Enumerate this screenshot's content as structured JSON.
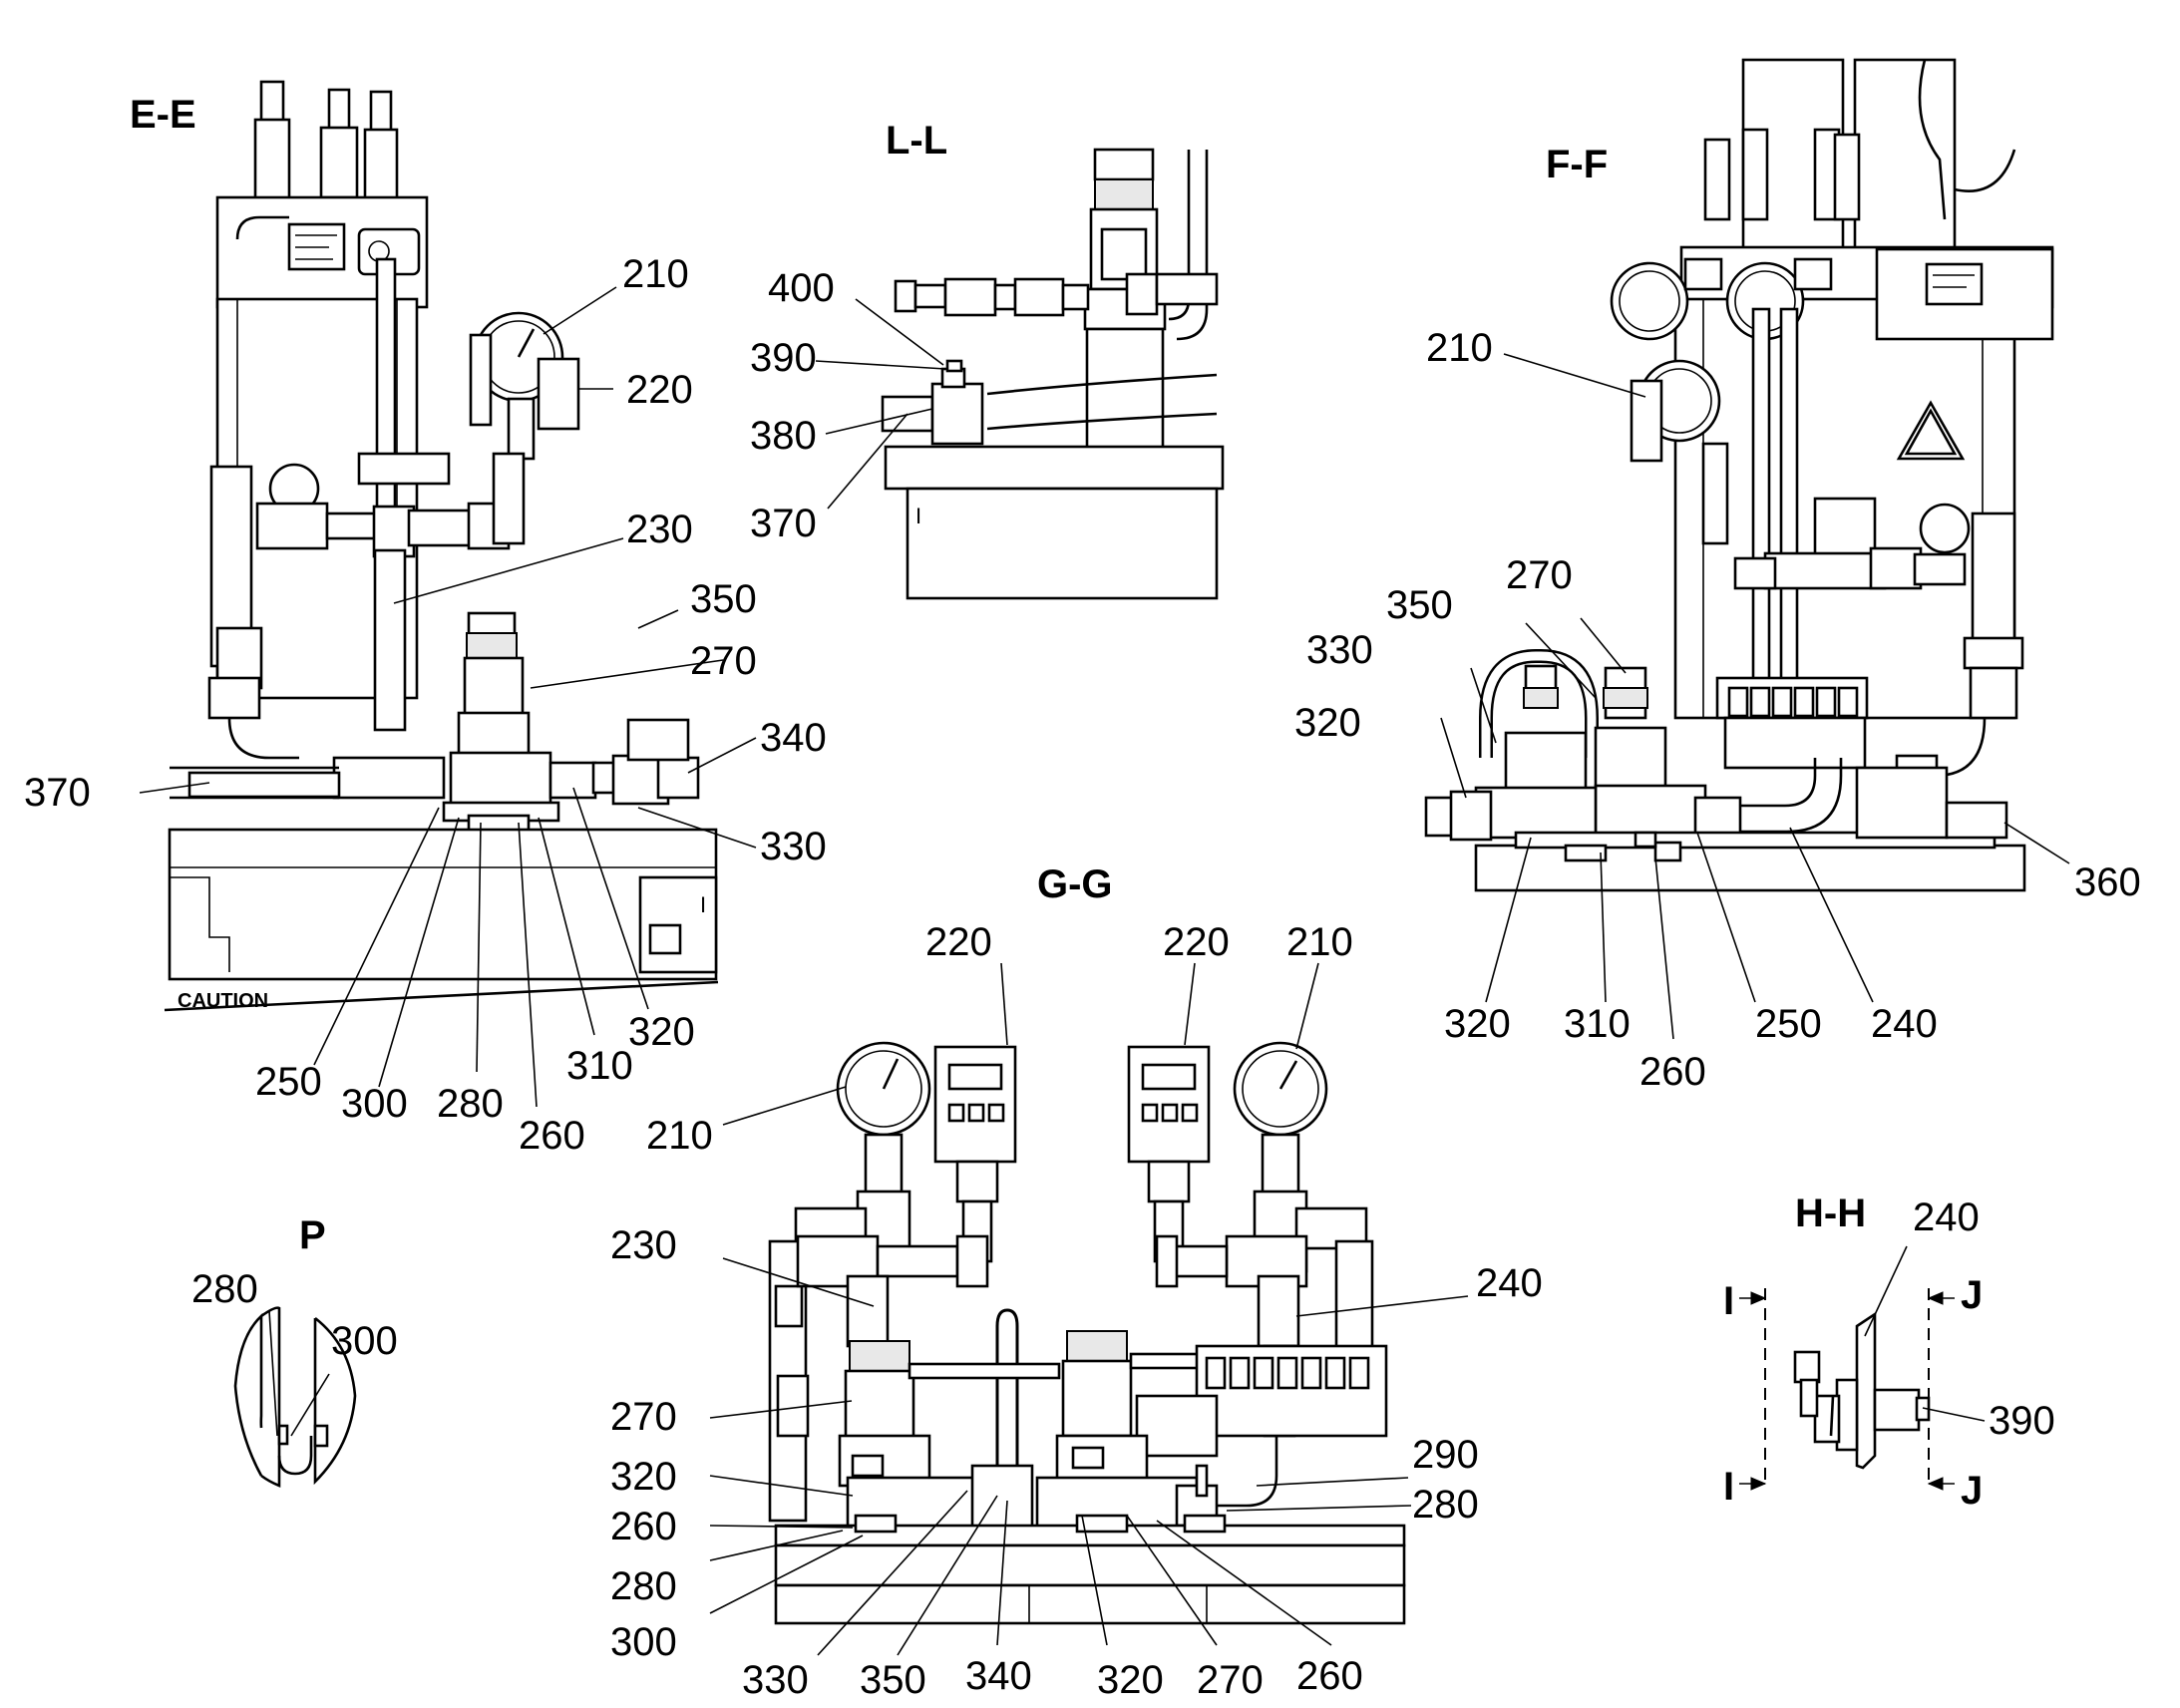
{
  "views": {
    "ee": {
      "title": "E-E",
      "labels": [
        "210",
        "220",
        "230",
        "350",
        "270",
        "340",
        "370",
        "330",
        "250",
        "300",
        "280",
        "260",
        "310",
        "320"
      ]
    },
    "ll": {
      "title": "L-L",
      "labels": [
        "400",
        "390",
        "380",
        "370"
      ]
    },
    "ff": {
      "title": "F-F",
      "labels": [
        "210",
        "270",
        "350",
        "330",
        "320",
        "360",
        "320",
        "310",
        "260",
        "250",
        "240"
      ]
    },
    "gg": {
      "title": "G-G",
      "labels": [
        "220",
        "220",
        "210",
        "210",
        "230",
        "240",
        "270",
        "290",
        "320",
        "280",
        "260",
        "280",
        "300",
        "330",
        "350",
        "340",
        "320",
        "270",
        "260"
      ]
    },
    "p": {
      "title": "P",
      "labels": [
        "280",
        "300"
      ]
    },
    "hh": {
      "title": "H-H",
      "labels": [
        "240",
        "390"
      ],
      "sections": [
        "I",
        "I",
        "J",
        "J"
      ]
    }
  },
  "placards": {
    "caution": "CAUTION"
  }
}
